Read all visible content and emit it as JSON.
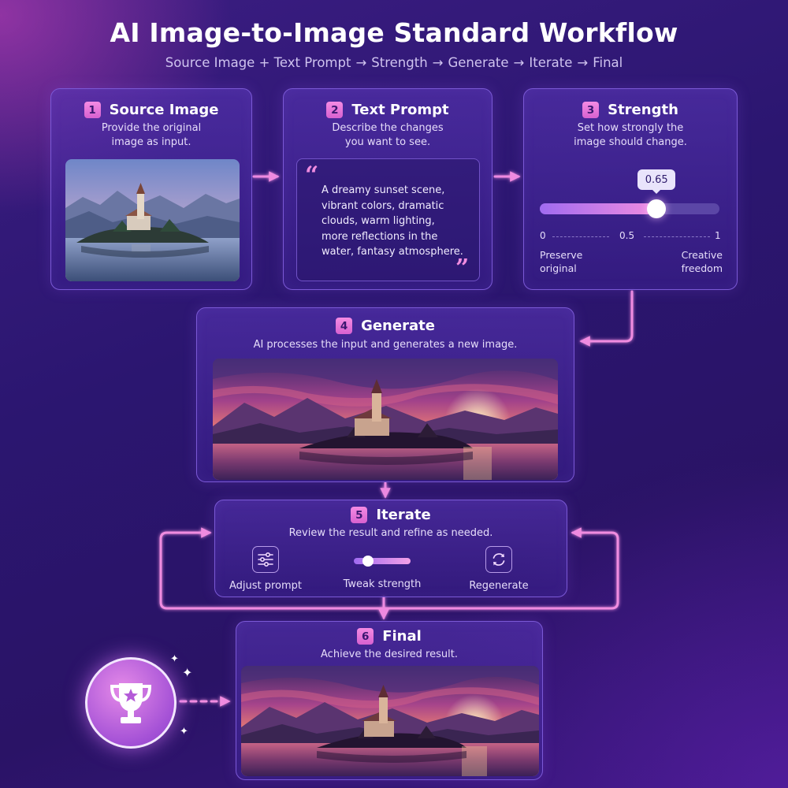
{
  "title": "AI Image-to-Image Standard Workflow",
  "subtitle": {
    "steps": [
      "Source Image + Text Prompt",
      "Strength",
      "Generate",
      "Iterate",
      "Final"
    ],
    "arrow": "→"
  },
  "steps": [
    {
      "number": "1",
      "title": "Source Image",
      "desc_lines": [
        "Provide the original",
        "image as input."
      ]
    },
    {
      "number": "2",
      "title": "Text Prompt",
      "desc_lines": [
        "Describe the changes",
        "you want to see."
      ],
      "prompt_lines": [
        "A dreamy sunset scene,",
        "vibrant colors, dramatic",
        "clouds, warm lighting,",
        "more reflections in the",
        "water, fantasy atmosphere."
      ],
      "open_quote": "“",
      "close_quote": "”"
    },
    {
      "number": "3",
      "title": "Strength",
      "desc_lines": [
        "Set how strongly the",
        "image should change."
      ],
      "slider": {
        "value": 0.65,
        "value_label": "0.65",
        "min_label": "0",
        "mid_label": "0.5",
        "max_label": "1",
        "left_label_lines": [
          "Preserve",
          "original"
        ],
        "right_label_lines": [
          "Creative",
          "freedom"
        ]
      }
    },
    {
      "number": "4",
      "title": "Generate",
      "desc_lines": [
        "AI processes the input and generates a new image."
      ]
    },
    {
      "number": "5",
      "title": "Iterate",
      "desc_lines": [
        "Review the result and refine as needed."
      ],
      "tools": [
        {
          "label": "Adjust prompt",
          "icon": "sliders-icon"
        },
        {
          "label": "Tweak strength",
          "icon": "mini-slider"
        },
        {
          "label": "Regenerate",
          "icon": "refresh-icon"
        }
      ]
    },
    {
      "number": "6",
      "title": "Final",
      "desc_lines": [
        "Achieve the desired result."
      ]
    }
  ],
  "trophy_icon": "trophy-star-icon",
  "colors": {
    "accent_pink": "#f08ce0",
    "card_border": "#7b59d6",
    "connector": "#f08ce0",
    "background": "#2b1670"
  }
}
